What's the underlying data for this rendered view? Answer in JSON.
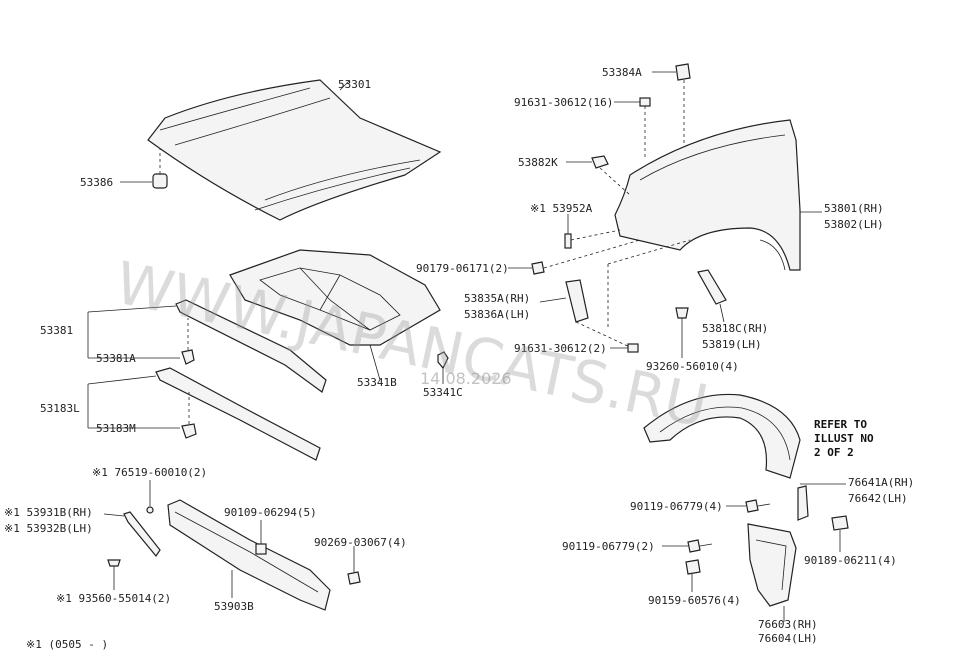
{
  "labels": {
    "p53301": "53301",
    "p53386": "53386",
    "p53384A": "53384A",
    "p91631_16": "91631-30612(16)",
    "p53882K": "53882K",
    "p53952A": "※1 53952A",
    "p53801": "53801(RH)",
    "p53802": "53802(LH)",
    "p90179": "90179-06171(2)",
    "p53835A": "53835A(RH)",
    "p53836A": "53836A(LH)",
    "p91631_2": "91631-30612(2)",
    "p93260": "93260-56010(4)",
    "p53818C": "53818C(RH)",
    "p53819": "53819(LH)",
    "p53381": "53381",
    "p53381A": "53381A",
    "p53341B": "53341B",
    "p53341C": "53341C",
    "p53183L": "53183L",
    "p53183M": "53183M",
    "p76519": "※1 76519-60010(2)",
    "p53931B": "※1 53931B(RH)",
    "p53932B": "※1 53932B(LH)",
    "p90109": "90109-06294(5)",
    "p90269": "90269-03067(4)",
    "p93560": "※1 93560-55014(2)",
    "p53903B": "53903B",
    "p76641A": "76641A(RH)",
    "p76642": "76642(LH)",
    "p90119_4": "90119-06779(4)",
    "p90119_2": "90119-06779(2)",
    "p90189": "90189-06211(4)",
    "p90159": "90159-60576(4)",
    "p76603": "76603(RH)",
    "p76604": "76604(LH)",
    "refer1": "REFER TO",
    "refer2": "ILLUST NO",
    "refer3": "2 OF 2",
    "footnote": "※1 (0505 -     )"
  },
  "watermark": {
    "text": "WWW.JAPANCATS.RU",
    "date": "14.08.2026"
  }
}
